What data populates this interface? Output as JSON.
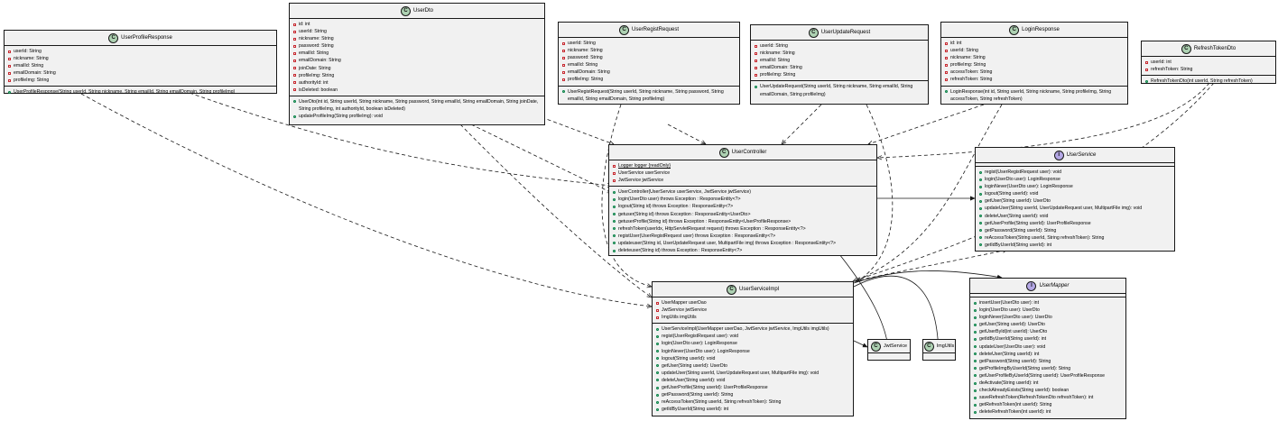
{
  "classes": {
    "user_profile_response": {
      "kind": "C",
      "name": "UserProfileResponse",
      "fields": [
        "userId: String",
        "nickname: String",
        "emailId: String",
        "emailDomain: String",
        "profileImg: String"
      ],
      "methods": [
        "UserProfileResponse(String userId, String nickname, String emailId, String emailDomain, String profileImg)"
      ]
    },
    "user_dto": {
      "kind": "C",
      "name": "UserDto",
      "fields": [
        "id: int",
        "userId: String",
        "nickname: String",
        "password: String",
        "emailId: String",
        "emailDomain: String",
        "joinDate: String",
        "profileImg: String",
        "authorityId: int",
        "isDeleted: boolean"
      ],
      "methods": [
        "UserDto(int id, String userId, String nickname, String password, String emailId, String emailDomain, String joinDate, String profileImg, int authorityId, boolean isDeleted)",
        "updateProfileImg(String profileImg): void"
      ]
    },
    "user_regist_request": {
      "kind": "C",
      "name": "UserRegistRequest",
      "fields": [
        "userId: String",
        "nickname: String",
        "password: String",
        "emailId: String",
        "emailDomain: String",
        "profileImg: String"
      ],
      "methods": [
        "UserRegistRequest(String userId, String nickname, String password, String emailId, String emailDomain, String profileImg)"
      ]
    },
    "user_update_request": {
      "kind": "C",
      "name": "UserUpdateRequest",
      "fields": [
        "userId: String",
        "nickname: String",
        "emailId: String",
        "emailDomain: String",
        "profileImg: String"
      ],
      "methods": [
        "UserUpdateRequest(String userId, String nickname, String emailId, String emailDomain, String profileImg)"
      ]
    },
    "login_response": {
      "kind": "C",
      "name": "LoginResponse",
      "fields": [
        "id: int",
        "userId: String",
        "nickname: String",
        "profileImg: String",
        "accessToken: String",
        "refreshToken: String"
      ],
      "methods": [
        "LoginResponse(int id, String userId, String nickname, String profileImg, String accessToken, String refreshToken)"
      ]
    },
    "refresh_token_dto": {
      "kind": "C",
      "name": "RefreshTokenDto",
      "fields": [
        "userId: int",
        "refreshToken: String"
      ],
      "methods": [
        "RefreshTokenDto(int userId, String refreshToken)"
      ]
    },
    "user_controller": {
      "kind": "C",
      "name": "UserController",
      "fields": [
        "Logger logger {readOnly}",
        "UserService userService",
        "JwtService jwtService"
      ],
      "methods": [
        "UserController(UserService userService, JwtService jwtService)",
        "login(UserDto user) throws Exception : ResponseEntity<?>",
        "logout(String id) throws Exception : ResponseEntity<?>",
        "getuser(String id) throws Exception : ResponseEntity<UserDto>",
        "getuserProfile(String id) throws Exception : ResponseEntity<UserProfileResponse>",
        "refreshToken(userIdx, HttpServletRequest request) throws Exception : ResponseEntity<?>",
        "registUser(UserRegistRequest user) throws Exception : ResponseEntity<?>",
        "updateuser(String id, UserUpdateRequest user, MultipartFile img) throws Exception : ResponseEntity<?>",
        "deleteuser(String id) throws Exception : ResponseEntity<?>"
      ]
    },
    "user_service": {
      "kind": "I",
      "name": "UserService",
      "fields": [],
      "methods": [
        "regist(UserRegistRequest user): void",
        "login(UserDto user): LoginResponse",
        "loginNever(UserDto user): LoginResponse",
        "logout(String userId): void",
        "getUser(String userId): UserDto",
        "updateUser(String userId, UserUpdateRequest user, MultipartFile img): void",
        "deleteUser(String userId): void",
        "getUserProfile(String userId): UserProfileResponse",
        "getPassword(String userId): String",
        "reAccessToken(String userId, String refreshToken): String",
        "getIdByUserId(String userId): int"
      ]
    },
    "user_service_impl": {
      "kind": "C",
      "name": "UserServiceImpl",
      "fields": [
        "UserMapper userDao",
        "JwtService jwtService",
        "ImgUtils imgUtils"
      ],
      "methods": [
        "UserServiceImpl(UserMapper userDao, JwtService jwtService, ImgUtils imgUtils)",
        "regist(UserRegistRequest user): void",
        "login(UserDto user): LoginResponse",
        "loginNever(UserDto user): LoginResponse",
        "logout(String userId): void",
        "getUser(String userId): UserDto",
        "updateUser(String userId, UserUpdateRequest user, MultipartFile img): void",
        "deleteUser(String userId): void",
        "getUserProfile(String userId): UserProfileResponse",
        "getPassword(String userId): String",
        "reAccessToken(String userId, String refreshToken): String",
        "getIdByUserId(String userId): int"
      ]
    },
    "user_mapper": {
      "kind": "I",
      "name": "UserMapper",
      "fields": [],
      "methods": [
        "insertUser(UserDto user): int",
        "login(UserDto user): UserDto",
        "loginNever(UserDto user): UserDto",
        "getUser(String userId): UserDto",
        "getUserById(int userId): UserDto",
        "getIdByUserId(String userId): int",
        "updateUser(UserDto user): void",
        "deleteUser(String userId): int",
        "getPassword(String userId): String",
        "getProfileImgByUserId(String userId): String",
        "getUserProfileByUserId(String userId): UserProfileResponse",
        "deActivate(String userId): int",
        "checkAlreadyExists(String userId): boolean",
        "saveRefreshToken(RefreshTokenDto refreshToken): int",
        "getRefreshToken(int userId): String",
        "deleteRefreshToken(int userId): int"
      ]
    },
    "jwt_service": {
      "kind": "C",
      "name": "JwtService",
      "fields": [],
      "methods": []
    },
    "img_utils": {
      "kind": "C",
      "name": "ImgUtils",
      "fields": [],
      "methods": []
    }
  }
}
